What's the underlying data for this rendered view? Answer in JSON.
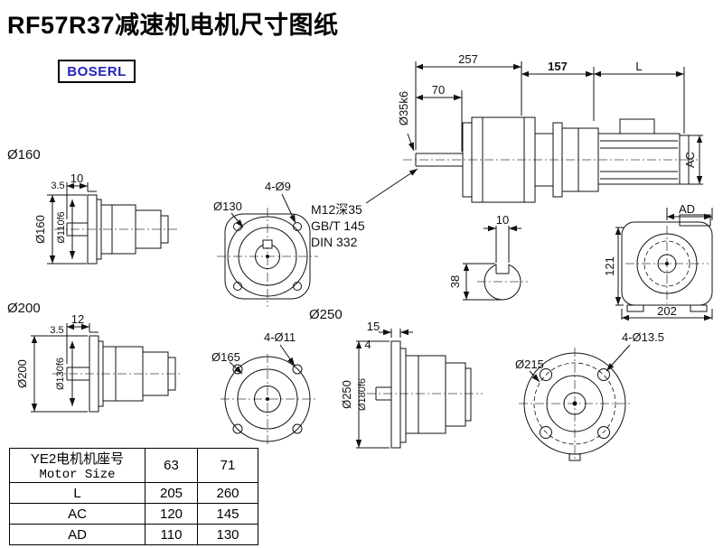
{
  "page": {
    "title": "RF57R37减速机电机尺寸图纸",
    "logo": "BOSERL"
  },
  "sections": {
    "s160": "Ø160",
    "s200": "Ø200",
    "s250": "Ø250"
  },
  "main_view": {
    "dim_257": "257",
    "dim_157": "157",
    "dim_L": "L",
    "dim_70": "70",
    "dim_shaft": "Ø35k6",
    "dim_ac": "AC"
  },
  "view160": {
    "dim_10": "10",
    "dim_3_5": "3.5",
    "dim_d160": "Ø160",
    "dim_d110": "Ø110f6"
  },
  "view130": {
    "dim_d130": "Ø130",
    "holes": "4-Ø9"
  },
  "notes": {
    "line1": "M12深35",
    "line2": "GB/T 145",
    "line3": "DIN 332"
  },
  "shaft_section": {
    "dim_10": "10",
    "dim_38": "38"
  },
  "rear_view": {
    "dim_ad": "AD",
    "dim_121": "121",
    "dim_202": "202"
  },
  "view200": {
    "dim_12": "12",
    "dim_3_5": "3.5",
    "dim_d200": "Ø200",
    "dim_d130": "Ø130f6"
  },
  "view165": {
    "dim_d165": "Ø165",
    "holes": "4-Ø11"
  },
  "view250": {
    "dim_15": "15",
    "dim_4": "4",
    "dim_d250": "Ø250",
    "dim_d180": "Ø180f6"
  },
  "view215": {
    "dim_d215": "Ø215",
    "holes": "4-Ø13.5"
  },
  "table": {
    "header": {
      "cn": "YE2电机机座号",
      "en": "Motor Size",
      "size1": "63",
      "size2": "71"
    },
    "rows": [
      {
        "label": "L",
        "v1": "205",
        "v2": "260"
      },
      {
        "label": "AC",
        "v1": "120",
        "v2": "145"
      },
      {
        "label": "AD",
        "v1": "110",
        "v2": "130"
      }
    ]
  }
}
